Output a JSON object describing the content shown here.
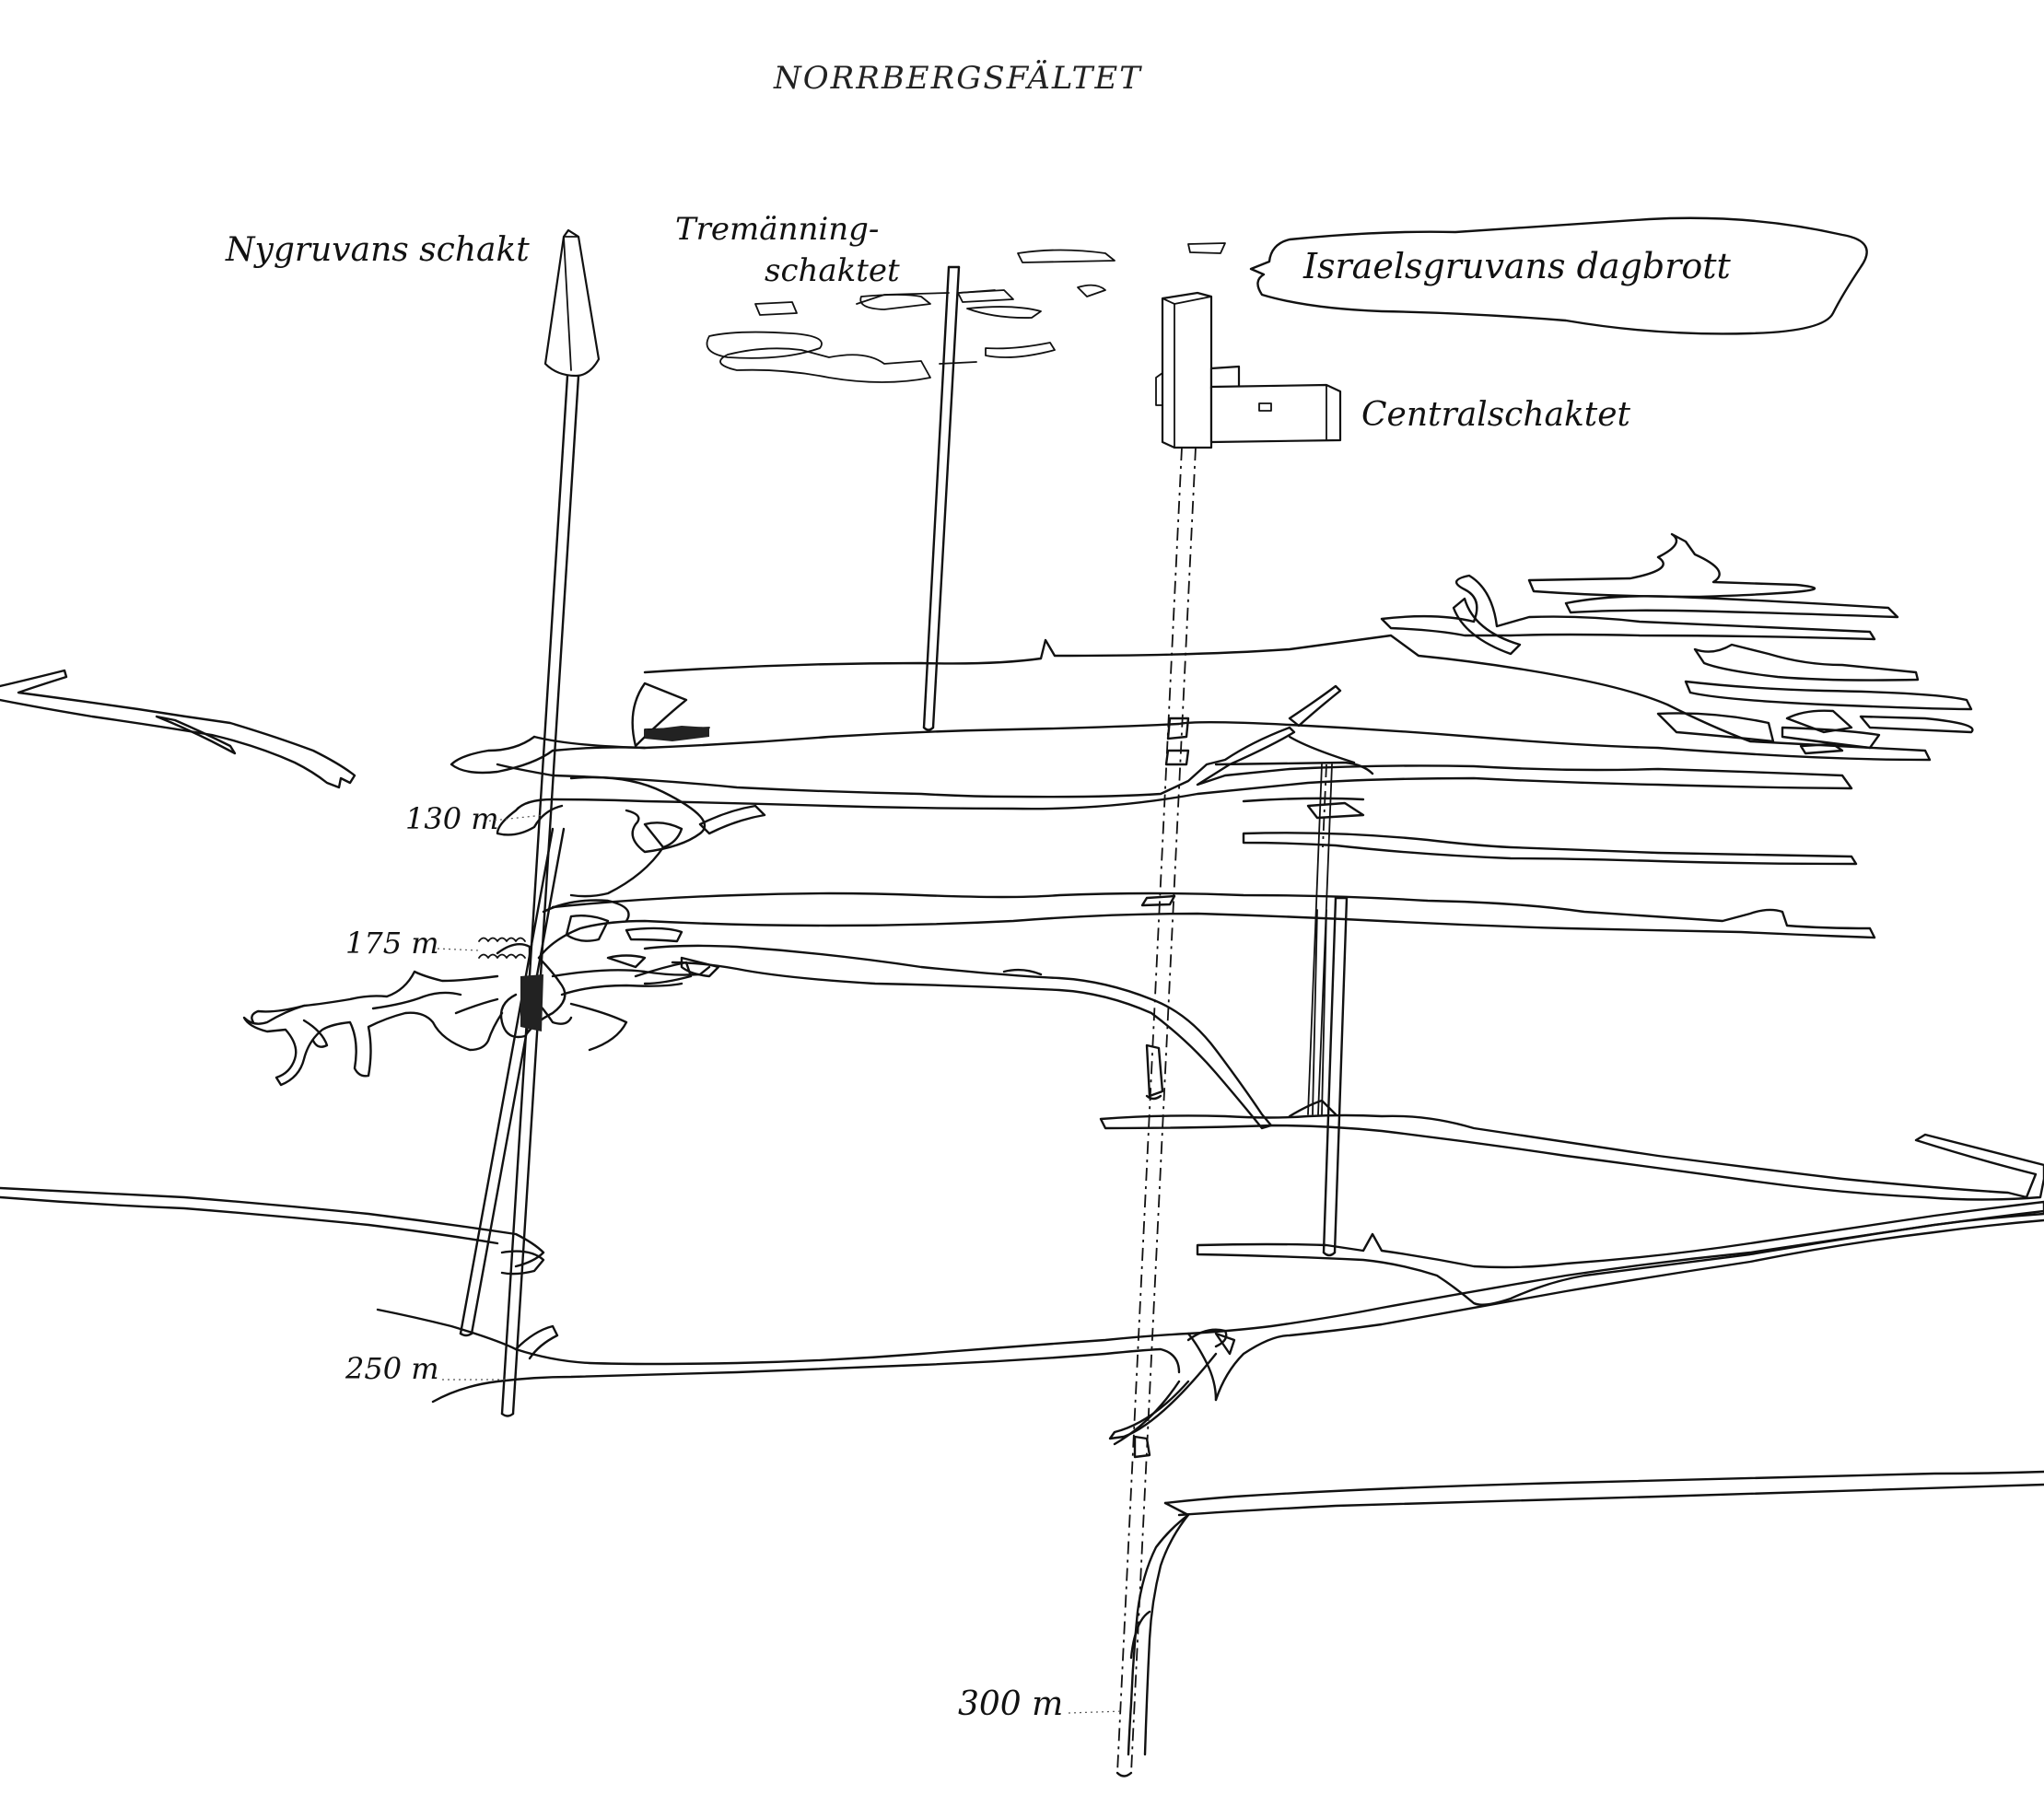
{
  "title": "NORRBERGSFÄLTET",
  "shafts": {
    "nygruvans": "Nygruvans schakt",
    "tremanning_line1": "Tremänning-",
    "tremanning_line2": "schaktet",
    "central": "Centralschaktet"
  },
  "open_pit": "Israelsgruvans dagbrott",
  "levels": {
    "l130": "130 m",
    "l175": "175 m",
    "l250": "250 m",
    "l300": "300 m"
  }
}
